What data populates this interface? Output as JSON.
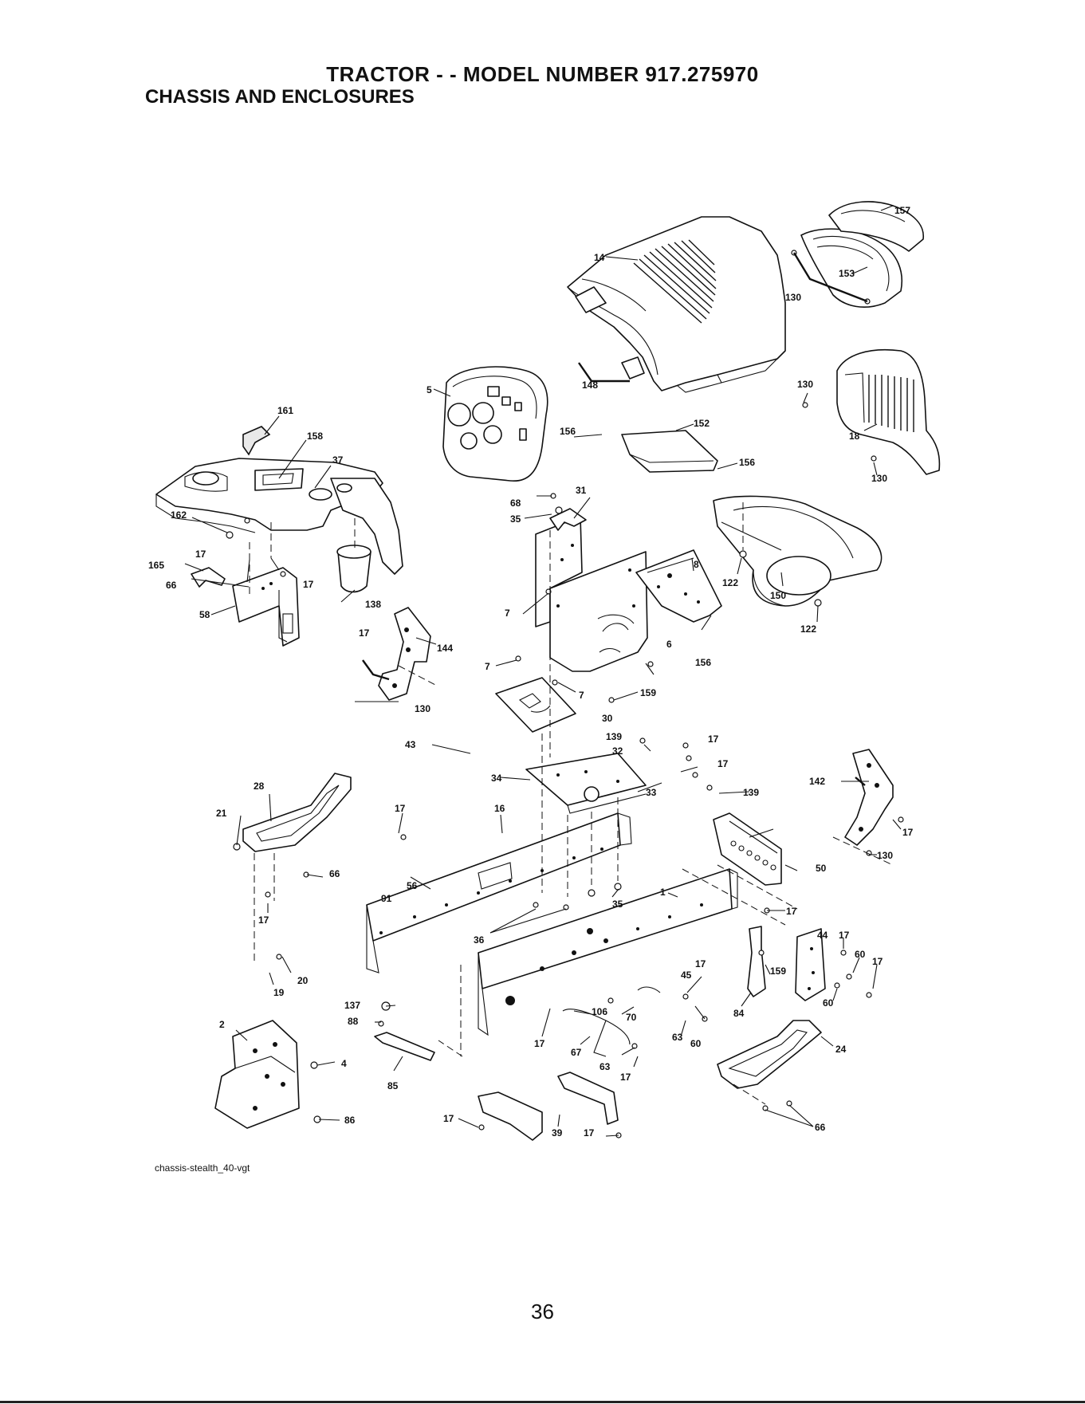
{
  "header": {
    "title": "TRACTOR - - MODEL NUMBER 917.275970",
    "subtitle": "CHASSIS AND ENCLOSURES"
  },
  "diagram": {
    "file_label": "chassis-stealth_40-vgt",
    "callouts": [
      "1",
      "2",
      "4",
      "5",
      "6",
      "7",
      "8",
      "14",
      "16",
      "17",
      "18",
      "19",
      "20",
      "21",
      "24",
      "28",
      "30",
      "31",
      "32",
      "33",
      "34",
      "35",
      "36",
      "37",
      "39",
      "43",
      "44",
      "45",
      "50",
      "56",
      "58",
      "60",
      "63",
      "66",
      "67",
      "68",
      "70",
      "84",
      "85",
      "86",
      "88",
      "91",
      "106",
      "122",
      "130",
      "137",
      "138",
      "139",
      "142",
      "144",
      "148",
      "150",
      "152",
      "153",
      "156",
      "157",
      "158",
      "159",
      "161",
      "162",
      "165"
    ]
  },
  "footer": {
    "page_number": "36"
  }
}
